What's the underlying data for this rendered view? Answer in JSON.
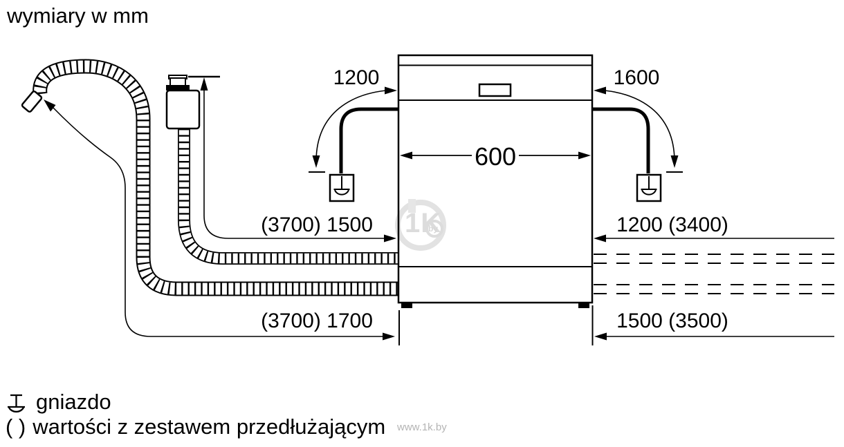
{
  "title": "wymiary w mm",
  "dimensions": {
    "appliance_width": "600",
    "power_cord_left": "1200",
    "power_cord_right": "1600",
    "inlet_hose_left": "(3700) 1500",
    "drain_hose_left": "(3700) 1700",
    "inlet_hose_right": "1200 (3400)",
    "drain_hose_right": "1500 (3500)"
  },
  "legend": {
    "socket": {
      "label": "gniazdo"
    },
    "extension": {
      "symbol": "( )",
      "label": "wartości z zestawem przedłużającym"
    }
  },
  "watermark": {
    "logo": "1K",
    "bubble": "by",
    "url": "www.1k.by"
  },
  "colors": {
    "line": "#000000",
    "background": "#ffffff",
    "watermark": "#e2e2e2",
    "url_text": "#b4b4b4"
  }
}
